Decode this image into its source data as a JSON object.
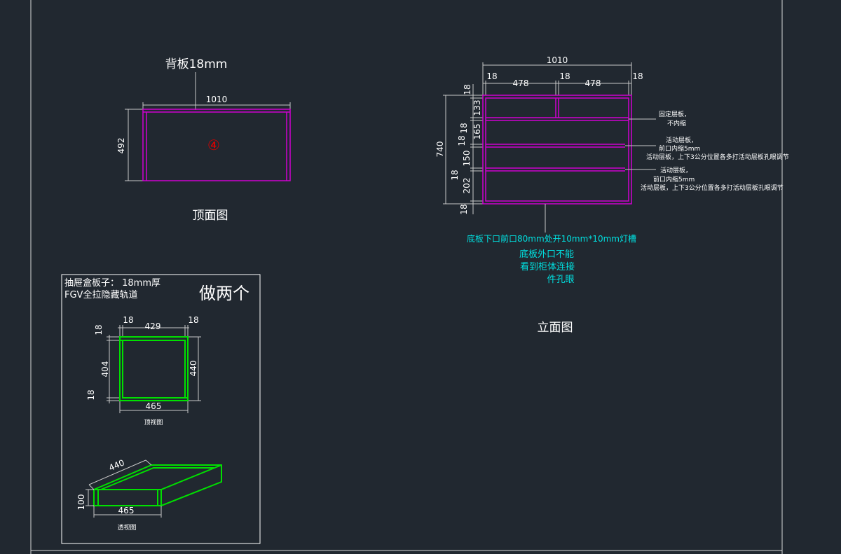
{
  "colors": {
    "background": "#212830",
    "line": "#c8c8c8",
    "panel": "#d000d0",
    "drawer": "#00e000",
    "note_cyan": "#00e0e0",
    "marker_red": "#e00000",
    "text": "#ffffff"
  },
  "top_view": {
    "back_panel_label": "背板18mm",
    "width": "1010",
    "depth": "492",
    "part_marker": "④",
    "caption": "顶面图"
  },
  "elevation": {
    "overall_width": "1010",
    "side_left": "18",
    "bay_left": "478",
    "mid_divider": "18",
    "bay_right": "478",
    "side_right": "18",
    "overall_height": "740",
    "left_dims": [
      "18",
      "133",
      "18",
      "165",
      "18",
      "150",
      "18",
      "202",
      "18"
    ],
    "notes": {
      "fixed_shelf_1": "固定层板，",
      "fixed_shelf_2": "不内缩",
      "movable_shelf_a1": "活动层板，",
      "movable_shelf_a2": "前口内缩5mm",
      "movable_shelf_a3": "活动层板，上下3公分位置各多打活动层板孔眼调节",
      "movable_shelf_b1": "活动层板，",
      "movable_shelf_b2": "前口内缩5mm",
      "movable_shelf_b3": "活动层板，上下3公分位置各多打活动层板孔眼调节"
    },
    "bottom_note": "底板下口前口80mm处开10mm*10mm灯槽",
    "bottom_note_2": [
      "底板外口不能",
      "看到柜体连接",
      "件孔眼"
    ],
    "caption": "立面图"
  },
  "drawer_panel": {
    "title_line1": "抽屉盒板子： 18mm厚",
    "title_line2": "FGV全拉隐藏轨道",
    "quantity_note": "做两个",
    "top_view": {
      "side_left": "18",
      "inner_width": "429",
      "side_right": "18",
      "top_board": "18",
      "inner_depth": "404",
      "bottom_board": "18",
      "outer_depth": "440",
      "outer_width": "465",
      "caption": "顶视图"
    },
    "perspective": {
      "depth": "440",
      "height": "100",
      "width": "465",
      "caption": "透视图"
    }
  }
}
